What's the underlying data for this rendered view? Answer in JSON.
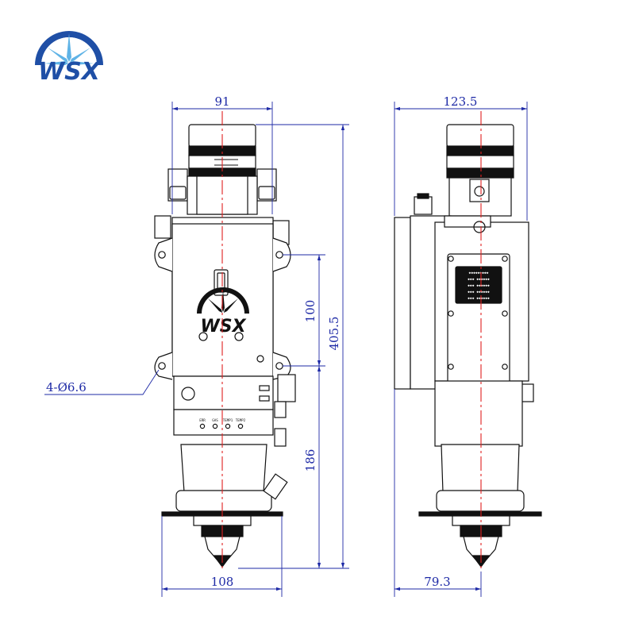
{
  "logo": {
    "text": "WSX",
    "colors": {
      "ring": "#1f4fa6",
      "star": "#5fb3e6",
      "letters": "#1f4fa6"
    }
  },
  "colors": {
    "dimension": "#1e2aa6",
    "centerline": "#e02020",
    "outline": "#111111"
  },
  "front_view": {
    "dimensions": {
      "top_width": "91",
      "bottom_width": "108",
      "hole_spacing": "100",
      "lower_height": "186",
      "total_height": "405.5",
      "holes": "4-Ø6.6"
    },
    "body_logo": "WSX",
    "panel_labels": [
      "ERR",
      "GAS",
      "TEMP1",
      "TEMP2"
    ],
    "icons": [
      "arrow-left-right-icon",
      "arrow-left-right-icon"
    ]
  },
  "side_view": {
    "dimensions": {
      "top_width": "123.5",
      "bottom_offset": "79.3"
    },
    "nameplate_lines": [
      "◆◆◆◆◆◆◆◆◆",
      "◆◆◆ ◆◆◆◆◆◆",
      "◆◆◆ ◆◆◆◆◆◆",
      "◆◆◆ ◆◆◆◆◆◆",
      "◆◆◆ ◆◆◆◆◆◆"
    ]
  }
}
